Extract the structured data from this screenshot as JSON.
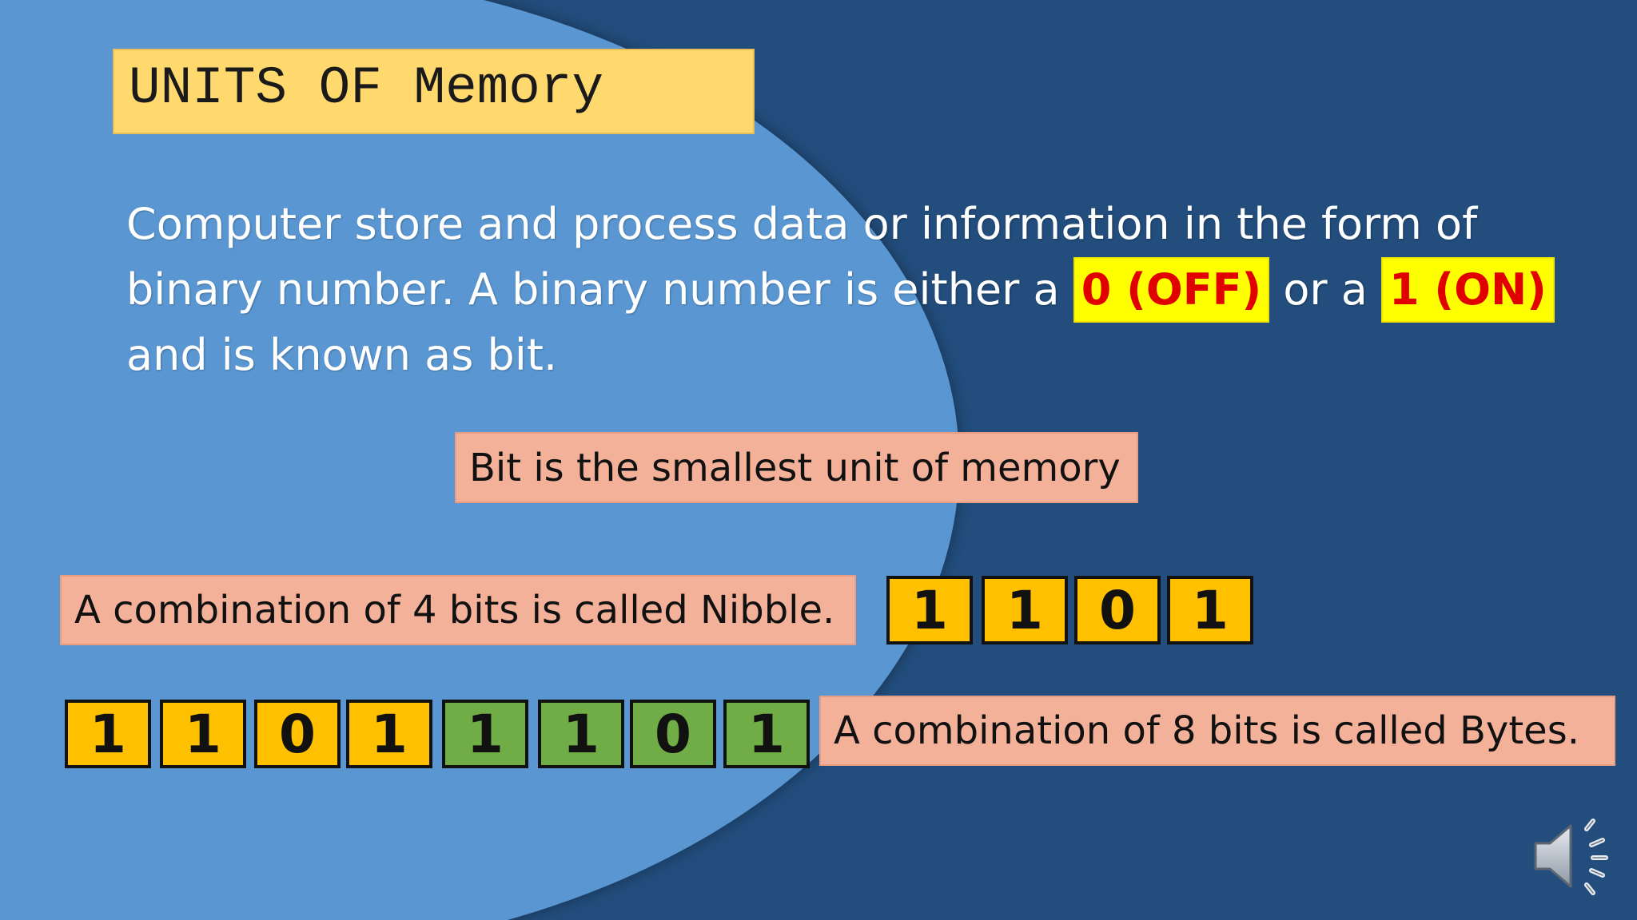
{
  "title": "UNITS OF Memory",
  "intro": {
    "part1": "Computer store and process data or information in the form of binary number. A binary number is either a ",
    "highlight_off": "0 (OFF)",
    "part2": " or a ",
    "highlight_on": "1 (ON)",
    "part3": " and is known as bit."
  },
  "notes": {
    "smallest_unit": "Bit is the smallest unit of memory",
    "nibble": "A combination of 4 bits is called Nibble.",
    "bytes": "A combination of 8 bits is called Bytes."
  },
  "nibble_bits": [
    "1",
    "1",
    "0",
    "1"
  ],
  "byte_bits": [
    "1",
    "1",
    "0",
    "1",
    "1",
    "1",
    "0",
    "1"
  ],
  "colors": {
    "background": "#224d7c",
    "circle": "#5a97d2",
    "title_box": "#ffd86e",
    "note_box": "#f4b199",
    "highlight_bg": "#ffff00",
    "highlight_text": "#e00000",
    "bit_gold": "#ffc000",
    "bit_green": "#70ad47"
  },
  "icons": {
    "speaker": "speaker-icon"
  }
}
